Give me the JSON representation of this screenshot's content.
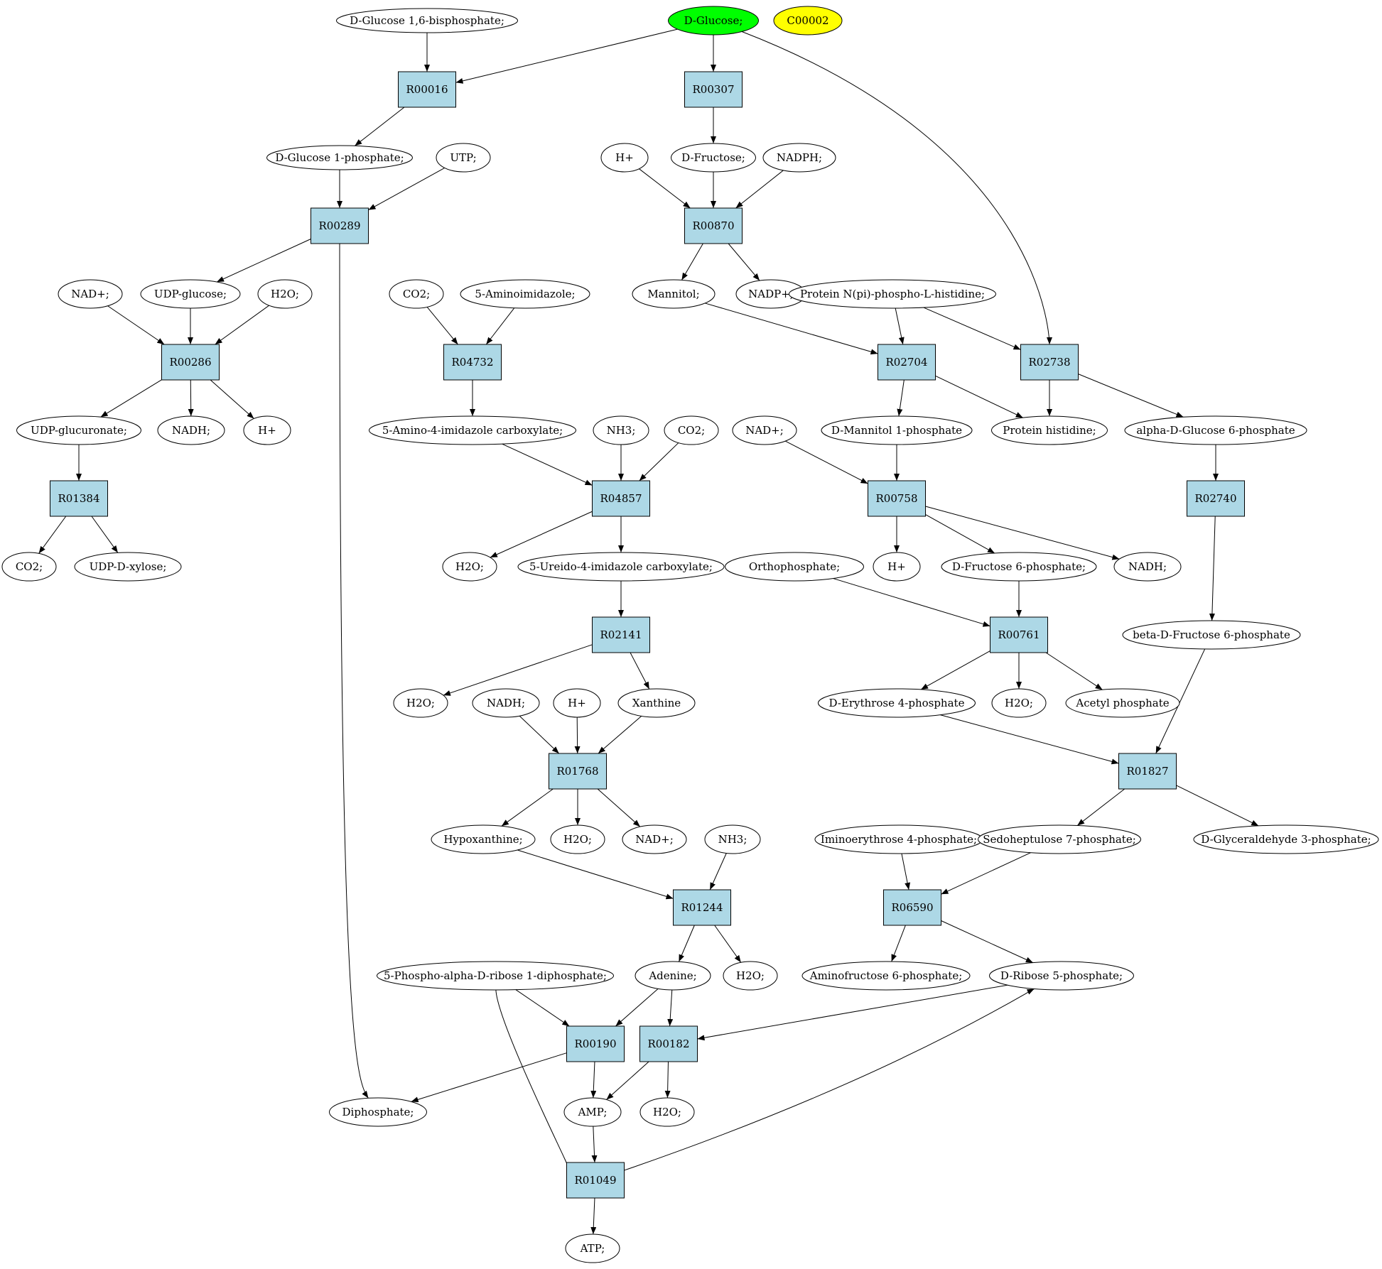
{
  "colors": {
    "reaction_fill": "#add8e6",
    "compound_fill": "#ffffff",
    "start_fill": "#00ff00",
    "highlight_fill": "#ffff00",
    "stroke": "#000000"
  },
  "nodes": [
    {
      "id": "c_glc16bp",
      "label": "D-Glucose 1,6-bisphosphate;",
      "shape": "compound"
    },
    {
      "id": "c_glucose",
      "label": "D-Glucose;",
      "shape": "compound",
      "fill": "start"
    },
    {
      "id": "c_c00002",
      "label": "C00002",
      "shape": "compound",
      "fill": "highlight"
    },
    {
      "id": "r_R00016",
      "label": "R00016",
      "shape": "reaction"
    },
    {
      "id": "r_R00307",
      "label": "R00307",
      "shape": "reaction"
    },
    {
      "id": "c_g1p",
      "label": "D-Glucose 1-phosphate;",
      "shape": "compound"
    },
    {
      "id": "c_utp",
      "label": "UTP;",
      "shape": "compound"
    },
    {
      "id": "c_hplus1",
      "label": "H+",
      "shape": "compound"
    },
    {
      "id": "c_fructose",
      "label": "D-Fructose;",
      "shape": "compound"
    },
    {
      "id": "c_nadph",
      "label": "NADPH;",
      "shape": "compound"
    },
    {
      "id": "r_R00289",
      "label": "R00289",
      "shape": "reaction"
    },
    {
      "id": "r_R00870",
      "label": "R00870",
      "shape": "reaction"
    },
    {
      "id": "c_nad1",
      "label": "NAD+;",
      "shape": "compound"
    },
    {
      "id": "c_udpglc",
      "label": "UDP-glucose;",
      "shape": "compound"
    },
    {
      "id": "c_h2o1",
      "label": "H2O;",
      "shape": "compound"
    },
    {
      "id": "c_co2a",
      "label": "CO2;",
      "shape": "compound"
    },
    {
      "id": "c_5ai",
      "label": "5-Aminoimidazole;",
      "shape": "compound"
    },
    {
      "id": "c_mannitol",
      "label": "Mannitol;",
      "shape": "compound"
    },
    {
      "id": "c_nadp",
      "label": "NADP+;",
      "shape": "compound"
    },
    {
      "id": "c_protnphis",
      "label": "Protein N(pi)-phospho-L-histidine;",
      "shape": "compound"
    },
    {
      "id": "r_R00286",
      "label": "R00286",
      "shape": "reaction"
    },
    {
      "id": "r_R04732",
      "label": "R04732",
      "shape": "reaction"
    },
    {
      "id": "r_R02704",
      "label": "R02704",
      "shape": "reaction"
    },
    {
      "id": "r_R02738",
      "label": "R02738",
      "shape": "reaction"
    },
    {
      "id": "c_udpglcur",
      "label": "UDP-glucuronate;",
      "shape": "compound"
    },
    {
      "id": "c_nadh1",
      "label": "NADH;",
      "shape": "compound"
    },
    {
      "id": "c_hplus2",
      "label": "H+",
      "shape": "compound"
    },
    {
      "id": "c_aica",
      "label": "5-Amino-4-imidazole carboxylate;",
      "shape": "compound"
    },
    {
      "id": "c_nh3a",
      "label": "NH3;",
      "shape": "compound"
    },
    {
      "id": "c_co2b",
      "label": "CO2;",
      "shape": "compound"
    },
    {
      "id": "c_nad2",
      "label": "NAD+;",
      "shape": "compound"
    },
    {
      "id": "c_mtl1p",
      "label": "D-Mannitol 1-phosphate",
      "shape": "compound"
    },
    {
      "id": "c_prothis",
      "label": "Protein histidine;",
      "shape": "compound"
    },
    {
      "id": "c_ag6p",
      "label": "alpha-D-Glucose 6-phosphate",
      "shape": "compound"
    },
    {
      "id": "r_R01384",
      "label": "R01384",
      "shape": "reaction"
    },
    {
      "id": "r_R04857",
      "label": "R04857",
      "shape": "reaction"
    },
    {
      "id": "r_R00758",
      "label": "R00758",
      "shape": "reaction"
    },
    {
      "id": "r_R02740",
      "label": "R02740",
      "shape": "reaction"
    },
    {
      "id": "c_co2c",
      "label": "CO2;",
      "shape": "compound"
    },
    {
      "id": "c_udpxyl",
      "label": "UDP-D-xylose;",
      "shape": "compound"
    },
    {
      "id": "c_h2o2",
      "label": "H2O;",
      "shape": "compound"
    },
    {
      "id": "c_uica",
      "label": "5-Ureido-4-imidazole carboxylate;",
      "shape": "compound"
    },
    {
      "id": "c_ortho",
      "label": "Orthophosphate;",
      "shape": "compound"
    },
    {
      "id": "c_hplus3",
      "label": "H+",
      "shape": "compound"
    },
    {
      "id": "c_f6p",
      "label": "D-Fructose 6-phosphate;",
      "shape": "compound"
    },
    {
      "id": "c_nadh2",
      "label": "NADH;",
      "shape": "compound"
    },
    {
      "id": "r_R02141",
      "label": "R02141",
      "shape": "reaction"
    },
    {
      "id": "r_R00761",
      "label": "R00761",
      "shape": "reaction"
    },
    {
      "id": "c_bf6p",
      "label": "beta-D-Fructose 6-phosphate",
      "shape": "compound"
    },
    {
      "id": "c_h2o3",
      "label": "H2O;",
      "shape": "compound"
    },
    {
      "id": "c_nadh3",
      "label": "NADH;",
      "shape": "compound"
    },
    {
      "id": "c_hplus4",
      "label": "H+",
      "shape": "compound"
    },
    {
      "id": "c_xanthine",
      "label": "Xanthine",
      "shape": "compound"
    },
    {
      "id": "c_e4p",
      "label": "D-Erythrose 4-phosphate",
      "shape": "compound"
    },
    {
      "id": "c_h2o4",
      "label": "H2O;",
      "shape": "compound"
    },
    {
      "id": "c_acetylp",
      "label": "Acetyl phosphate",
      "shape": "compound"
    },
    {
      "id": "r_R01768",
      "label": "R01768",
      "shape": "reaction"
    },
    {
      "id": "r_R01827",
      "label": "R01827",
      "shape": "reaction"
    },
    {
      "id": "c_hypox",
      "label": "Hypoxanthine;",
      "shape": "compound"
    },
    {
      "id": "c_h2o5",
      "label": "H2O;",
      "shape": "compound"
    },
    {
      "id": "c_nad3",
      "label": "NAD+;",
      "shape": "compound"
    },
    {
      "id": "c_nh3b",
      "label": "NH3;",
      "shape": "compound"
    },
    {
      "id": "c_imine4p",
      "label": "Iminoerythrose 4-phosphate;",
      "shape": "compound"
    },
    {
      "id": "c_s7p",
      "label": "Sedoheptulose 7-phosphate;",
      "shape": "compound"
    },
    {
      "id": "c_gap",
      "label": "D-Glyceraldehyde 3-phosphate;",
      "shape": "compound"
    },
    {
      "id": "r_R01244",
      "label": "R01244",
      "shape": "reaction"
    },
    {
      "id": "r_R06590",
      "label": "R06590",
      "shape": "reaction"
    },
    {
      "id": "c_prpp",
      "label": "5-Phospho-alpha-D-ribose 1-diphosphate;",
      "shape": "compound"
    },
    {
      "id": "c_adenine",
      "label": "Adenine;",
      "shape": "compound"
    },
    {
      "id": "c_h2o6",
      "label": "H2O;",
      "shape": "compound"
    },
    {
      "id": "c_aminof6p",
      "label": "Aminofructose 6-phosphate;",
      "shape": "compound"
    },
    {
      "id": "c_r5p",
      "label": "D-Ribose 5-phosphate;",
      "shape": "compound"
    },
    {
      "id": "r_R00190",
      "label": "R00190",
      "shape": "reaction"
    },
    {
      "id": "r_R00182",
      "label": "R00182",
      "shape": "reaction"
    },
    {
      "id": "c_diphos",
      "label": "Diphosphate;",
      "shape": "compound"
    },
    {
      "id": "c_amp",
      "label": "AMP;",
      "shape": "compound"
    },
    {
      "id": "c_h2o7",
      "label": "H2O;",
      "shape": "compound"
    },
    {
      "id": "r_R01049",
      "label": "R01049",
      "shape": "reaction"
    },
    {
      "id": "c_atp",
      "label": "ATP;",
      "shape": "compound"
    }
  ],
  "edges": [
    [
      "c_glc16bp",
      "r_R00016"
    ],
    [
      "c_glucose",
      "r_R00016"
    ],
    [
      "c_glucose",
      "r_R00307"
    ],
    [
      "c_glucose",
      "r_R02738"
    ],
    [
      "r_R00016",
      "c_g1p"
    ],
    [
      "r_R00307",
      "c_fructose"
    ],
    [
      "c_g1p",
      "r_R00289"
    ],
    [
      "c_utp",
      "r_R00289"
    ],
    [
      "c_hplus1",
      "r_R00870"
    ],
    [
      "c_fructose",
      "r_R00870"
    ],
    [
      "c_nadph",
      "r_R00870"
    ],
    [
      "r_R00289",
      "c_udpglc"
    ],
    [
      "r_R00289",
      "c_diphos"
    ],
    [
      "r_R00870",
      "c_mannitol"
    ],
    [
      "r_R00870",
      "c_nadp"
    ],
    [
      "c_nad1",
      "r_R00286"
    ],
    [
      "c_udpglc",
      "r_R00286"
    ],
    [
      "c_h2o1",
      "r_R00286"
    ],
    [
      "c_co2a",
      "r_R04732"
    ],
    [
      "c_5ai",
      "r_R04732"
    ],
    [
      "c_mannitol",
      "r_R02704"
    ],
    [
      "c_protnphis",
      "r_R02704"
    ],
    [
      "c_protnphis",
      "r_R02738"
    ],
    [
      "r_R00286",
      "c_udpglcur"
    ],
    [
      "r_R00286",
      "c_nadh1"
    ],
    [
      "r_R00286",
      "c_hplus2"
    ],
    [
      "r_R04732",
      "c_aica"
    ],
    [
      "r_R02704",
      "c_mtl1p"
    ],
    [
      "r_R02704",
      "c_prothis"
    ],
    [
      "r_R02738",
      "c_prothis"
    ],
    [
      "r_R02738",
      "c_ag6p"
    ],
    [
      "c_udpglcur",
      "r_R01384"
    ],
    [
      "c_aica",
      "r_R04857"
    ],
    [
      "c_nh3a",
      "r_R04857"
    ],
    [
      "c_co2b",
      "r_R04857"
    ],
    [
      "c_nad2",
      "r_R00758"
    ],
    [
      "c_mtl1p",
      "r_R00758"
    ],
    [
      "c_ag6p",
      "r_R02740"
    ],
    [
      "r_R01384",
      "c_co2c"
    ],
    [
      "r_R01384",
      "c_udpxyl"
    ],
    [
      "r_R04857",
      "c_h2o2"
    ],
    [
      "r_R04857",
      "c_uica"
    ],
    [
      "r_R00758",
      "c_hplus3"
    ],
    [
      "r_R00758",
      "c_f6p"
    ],
    [
      "r_R00758",
      "c_nadh2"
    ],
    [
      "r_R02740",
      "c_bf6p"
    ],
    [
      "c_uica",
      "r_R02141"
    ],
    [
      "c_ortho",
      "r_R00761"
    ],
    [
      "c_f6p",
      "r_R00761"
    ],
    [
      "r_R02141",
      "c_h2o3"
    ],
    [
      "r_R02141",
      "c_xanthine"
    ],
    [
      "r_R00761",
      "c_e4p"
    ],
    [
      "r_R00761",
      "c_h2o4"
    ],
    [
      "r_R00761",
      "c_acetylp"
    ],
    [
      "c_nadh3",
      "r_R01768"
    ],
    [
      "c_hplus4",
      "r_R01768"
    ],
    [
      "c_xanthine",
      "r_R01768"
    ],
    [
      "c_e4p",
      "r_R01827"
    ],
    [
      "c_bf6p",
      "r_R01827"
    ],
    [
      "r_R01768",
      "c_hypox"
    ],
    [
      "r_R01768",
      "c_h2o5"
    ],
    [
      "r_R01768",
      "c_nad3"
    ],
    [
      "r_R01827",
      "c_s7p"
    ],
    [
      "r_R01827",
      "c_gap"
    ],
    [
      "c_hypox",
      "r_R01244"
    ],
    [
      "c_nh3b",
      "r_R01244"
    ],
    [
      "c_imine4p",
      "r_R06590"
    ],
    [
      "c_s7p",
      "r_R06590"
    ],
    [
      "r_R01244",
      "c_adenine"
    ],
    [
      "r_R01244",
      "c_h2o6"
    ],
    [
      "r_R06590",
      "c_aminof6p"
    ],
    [
      "r_R06590",
      "c_r5p"
    ],
    [
      "c_prpp",
      "r_R00190"
    ],
    [
      "c_adenine",
      "r_R00190"
    ],
    [
      "c_adenine",
      "r_R00182"
    ],
    [
      "c_r5p",
      "r_R00182"
    ],
    [
      "c_prpp",
      "r_R01049"
    ],
    [
      "r_R00190",
      "c_diphos"
    ],
    [
      "r_R00190",
      "c_amp"
    ],
    [
      "r_R00182",
      "c_amp"
    ],
    [
      "r_R00182",
      "c_h2o7"
    ],
    [
      "c_amp",
      "r_R01049"
    ],
    [
      "r_R01049",
      "c_atp"
    ],
    [
      "r_R01049",
      "c_r5p"
    ]
  ]
}
